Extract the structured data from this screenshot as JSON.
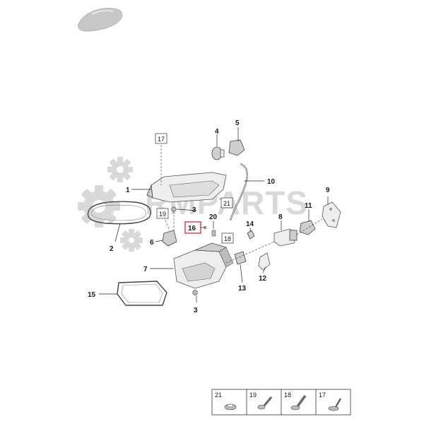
{
  "watermark": {
    "text": "RMPARTS",
    "gear_icon": "gear-icon"
  },
  "callouts": {
    "c1": "1",
    "c2": "2",
    "c3a": "3",
    "c3b": "3",
    "c4": "4",
    "c5": "5",
    "c6": "6",
    "c7": "7",
    "c8": "8",
    "c9": "9",
    "c10": "10",
    "c11": "11",
    "c12": "12",
    "c13": "13",
    "c14": "14",
    "c15": "15",
    "c16": "16",
    "c20": "20"
  },
  "boxed_callouts": {
    "b17": "17",
    "b19": "19",
    "b21": "21",
    "b18": "18"
  },
  "highlighted_callout": "16",
  "fastener_table": [
    {
      "num": "21",
      "icon": "nut-icon"
    },
    {
      "num": "19",
      "icon": "bolt-icon"
    },
    {
      "num": "18",
      "icon": "flange-bolt-icon"
    },
    {
      "num": "17",
      "icon": "expansion-rivet-icon"
    }
  ],
  "colors": {
    "highlight": "#e0101a",
    "car_icon": "#c8c8c8",
    "watermark": "#d9d9d9"
  }
}
